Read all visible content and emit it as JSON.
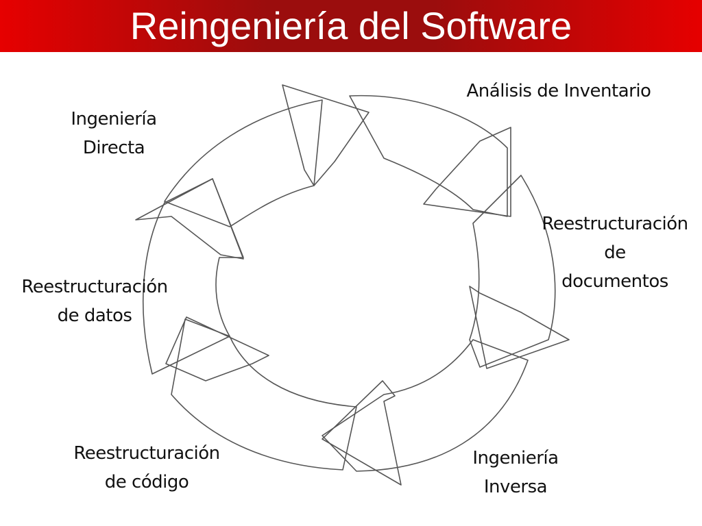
{
  "slide": {
    "title": "Reingeniería del Software"
  },
  "diagram": {
    "stages": [
      {
        "id": "analisis-inventario",
        "lines": [
          "Análisis de Inventario"
        ]
      },
      {
        "id": "reestructuracion-documentos",
        "lines": [
          "Reestructuración",
          "de",
          "documentos"
        ]
      },
      {
        "id": "ingenieria-inversa",
        "lines": [
          "Ingeniería",
          "Inversa"
        ]
      },
      {
        "id": "reestructuracion-codigo",
        "lines": [
          "Reestructuración",
          "de código"
        ]
      },
      {
        "id": "reestructuracion-datos",
        "lines": [
          "Reestructuración",
          "de datos"
        ]
      },
      {
        "id": "ingenieria-directa",
        "lines": [
          "Ingeniería",
          "Directa"
        ]
      }
    ]
  },
  "colors": {
    "title_bar_edge": "#e60000",
    "title_bar_center": "#9b0d0d",
    "title_text": "#ffffff",
    "arrow_outline": "#555555"
  }
}
